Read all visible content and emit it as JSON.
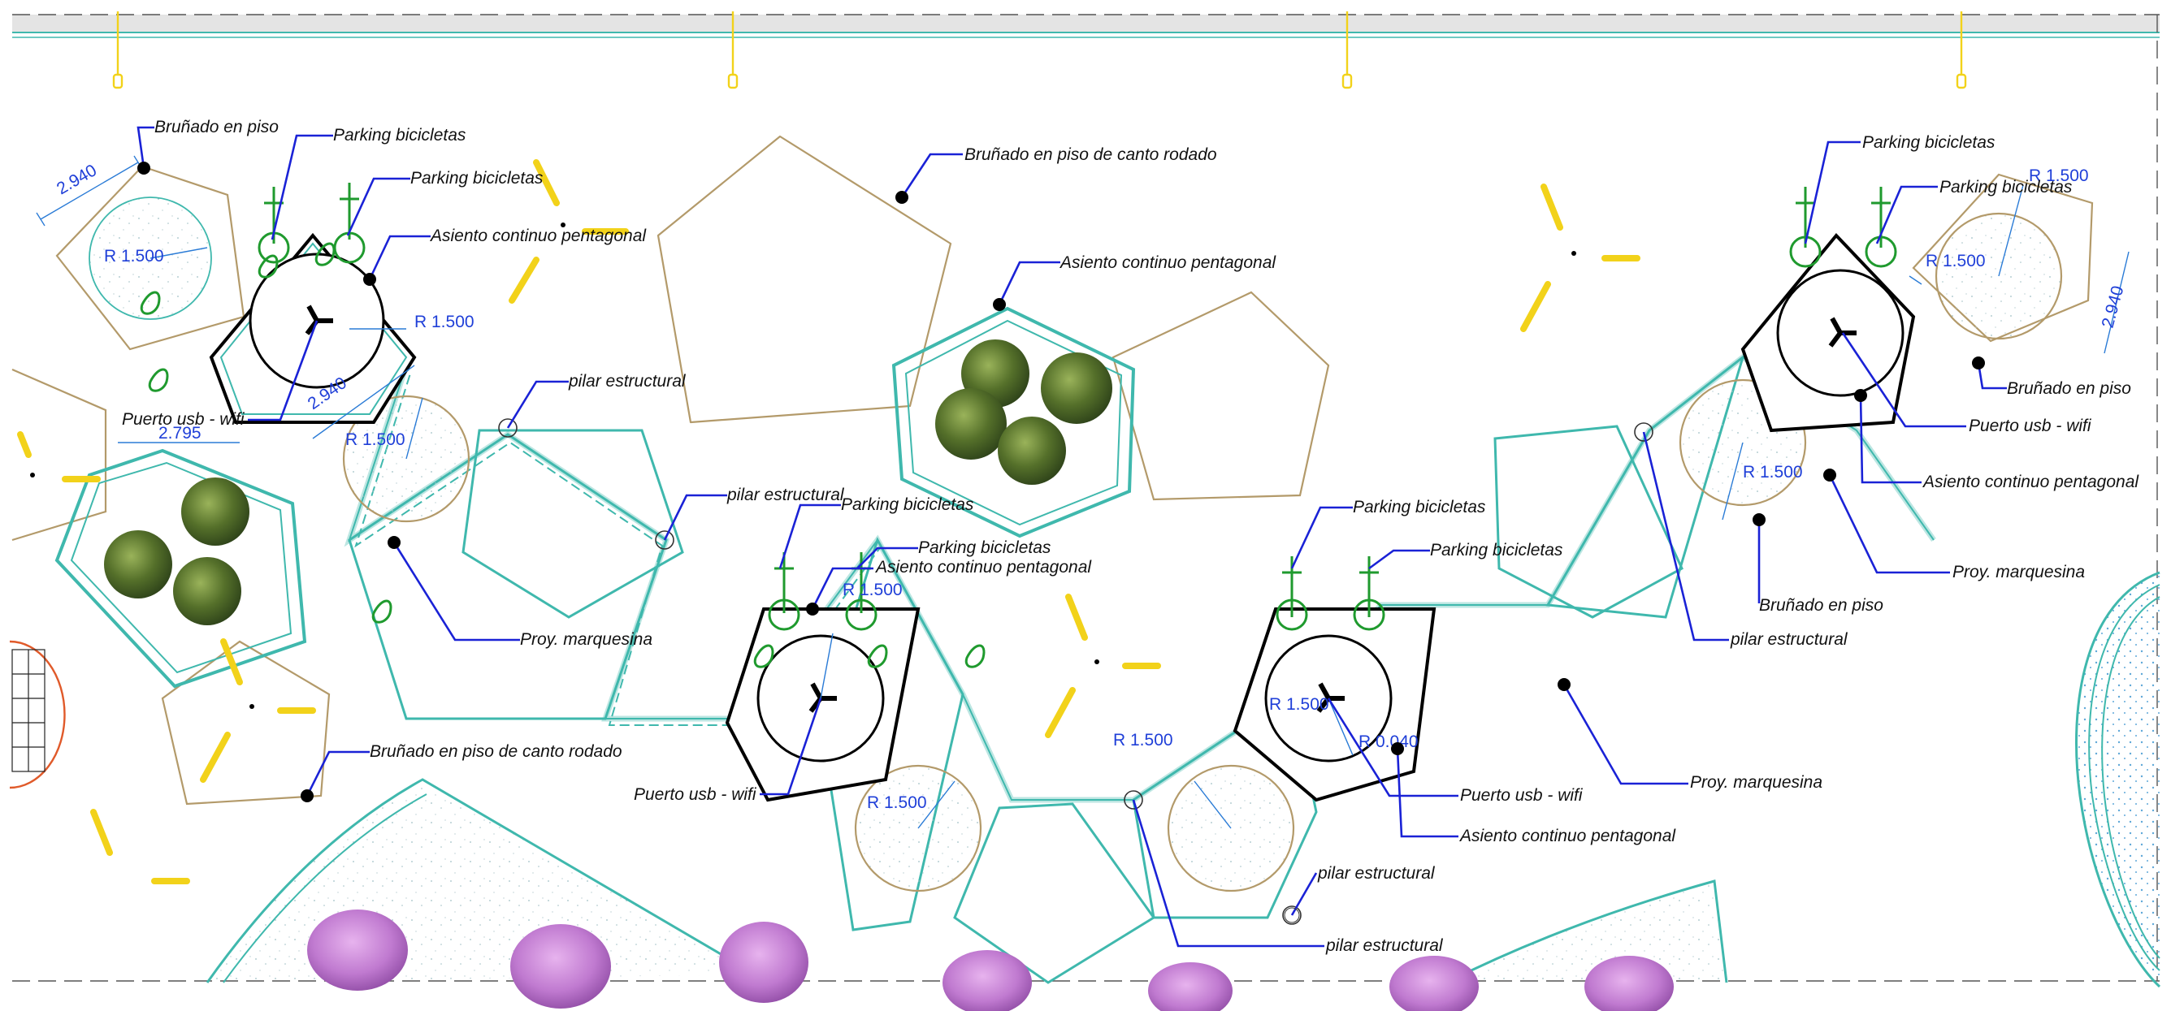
{
  "labels": {
    "brunado_en_piso": "Bruñado en piso",
    "parking_bicicletas": "Parking bicicletas",
    "asiento_continuo_pentagonal": "Asiento continuo pentagonal",
    "puerto_usb_wifi": "Puerto usb - wifi",
    "pilar_estructural": "pilar estructural",
    "proy_marquesina": "Proy. marquesina",
    "brunado_canto_rodado": "Bruñado en piso de canto rodado"
  },
  "dimensions": {
    "r_1500": "R 1.500",
    "r_0040": "R 0.040",
    "d_2940": "2.940",
    "d_2795": "2.795"
  },
  "colors": {
    "leader": "#1a22d6",
    "dimension": "#1f3fd8",
    "teal": "#3fb8ad",
    "tan": "#b39a6a",
    "bike": "#1f9a2e",
    "lamp": "#f2d21a",
    "tree_green": "#4f6b22",
    "tree_pink": "#c07ad0"
  }
}
